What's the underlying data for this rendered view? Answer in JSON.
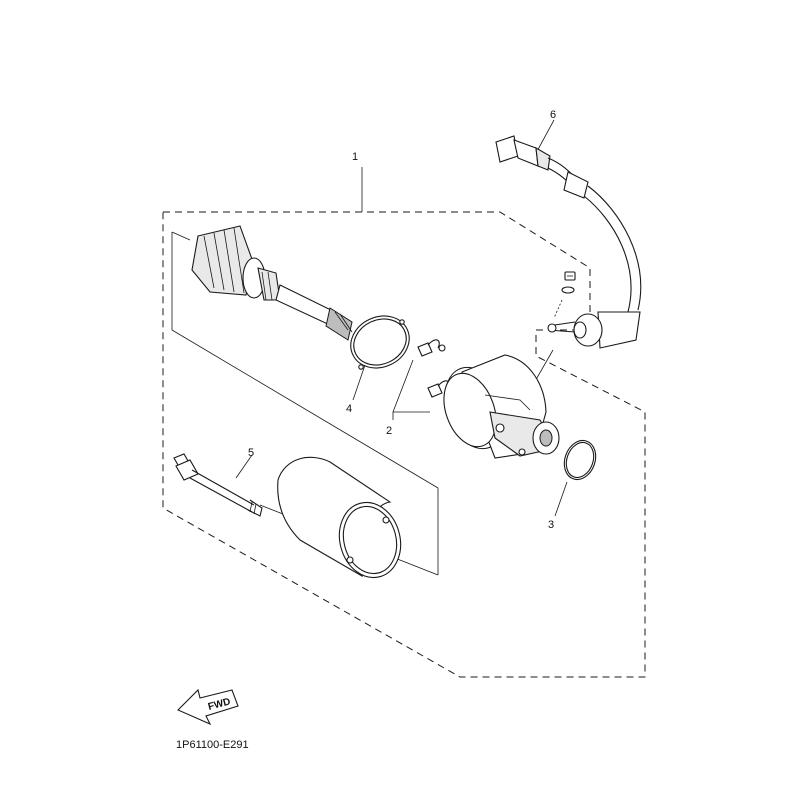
{
  "diagram": {
    "part_code": "1P61100-E291",
    "fwd_label": "FWD",
    "callouts": [
      {
        "id": "1",
        "label": "1"
      },
      {
        "id": "2",
        "label": "2"
      },
      {
        "id": "3",
        "label": "3"
      },
      {
        "id": "4",
        "label": "4"
      },
      {
        "id": "5",
        "label": "5"
      },
      {
        "id": "6",
        "label": "6"
      }
    ]
  }
}
